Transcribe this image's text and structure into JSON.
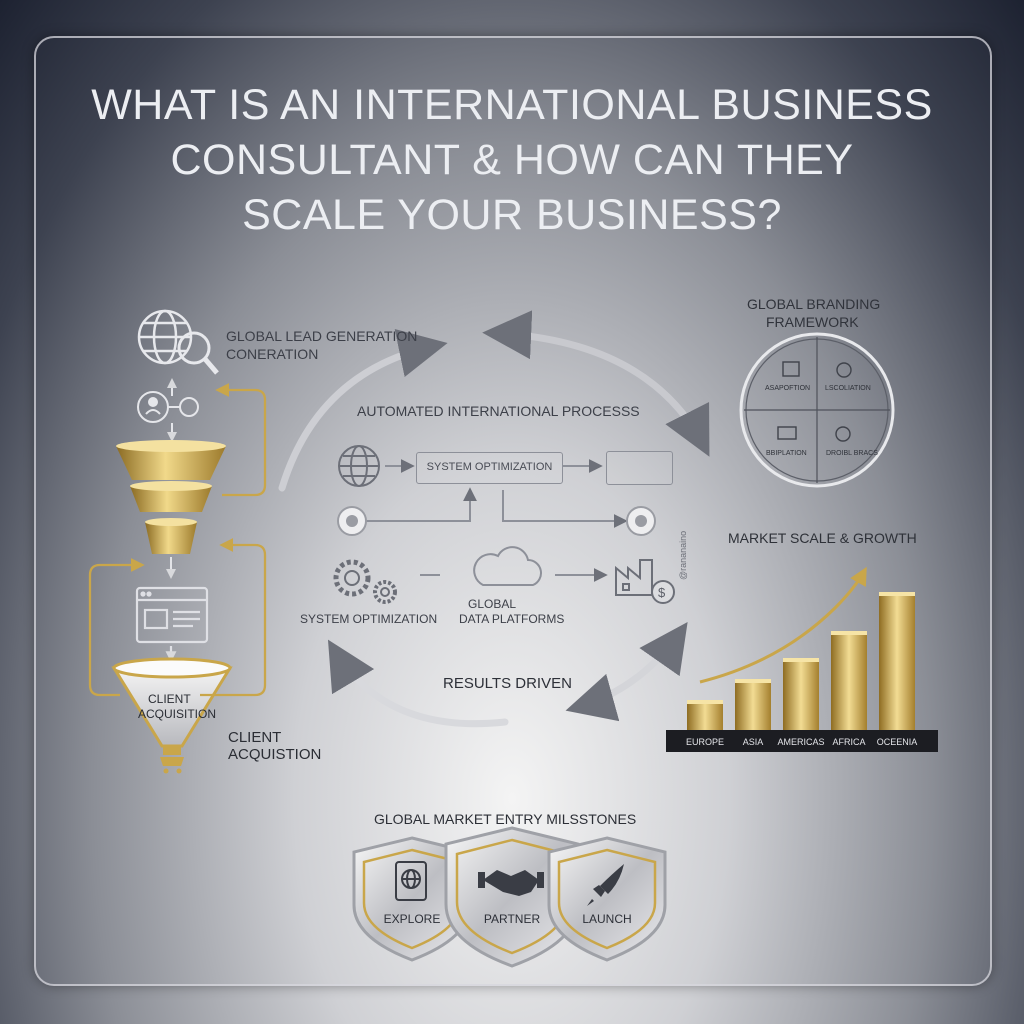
{
  "title_lines": [
    "WHAT IS AN INTERNATIONAL BUSINESS",
    "CONSULTANT & HOW CAN THEY",
    "SCALE YOUR BUSINESS?"
  ],
  "left": {
    "lead_gen_line1": "GLOBAL LEAD GENERATION",
    "lead_gen_line2": "CONERATION",
    "funnel_inner_line1": "CLIENT",
    "funnel_inner_line2": "ACQUISITION",
    "client_acq_line1": "CLIENT",
    "client_acq_line2": "ACQUISTION"
  },
  "center": {
    "heading": "AUTOMATED INTERNATIONAL PROCESSS",
    "system_box": "SYSTEM OPTIMIZATION",
    "system_opt": "SYSTEM OPTIMIZATION",
    "data_line1": "GLOBAL",
    "data_line2": "DATA PLATFORMS",
    "results": "RESULTS DRIVEN",
    "handle": "@rananaino"
  },
  "branding": {
    "title_line1": "GLOBAL BRANDING",
    "title_line2": "FRAMEWORK",
    "q1": "ASAPOFTION",
    "q2": "LSCOLIATION",
    "q3": "BBIPLATION",
    "q4": "DROIBL BRACS"
  },
  "chart_data": {
    "type": "bar",
    "title": "MARKET SCALE & GROWTH",
    "categories": [
      "EUROPE",
      "ASIA",
      "AMERICAS",
      "AFRICA",
      "OCEANIA"
    ],
    "category_labels": [
      "EUROPE",
      "ASIA",
      "AMERICAS",
      "AFRICA",
      "OCEЕNIA"
    ],
    "values": [
      1,
      1.7,
      2.4,
      3.3,
      4.6
    ],
    "ylim": [
      0,
      5
    ],
    "grid": false,
    "trend_arrow": true,
    "colors": {
      "bar": "#c9a64a",
      "base": "#1c1d22"
    }
  },
  "milestones": {
    "title": "GLOBAL MARKET ENTRY MILSSTONES",
    "items": [
      {
        "label": "EXPLORE",
        "icon": "passport-globe-icon"
      },
      {
        "label": "PARTNER",
        "icon": "handshake-icon"
      },
      {
        "label": "LAUNCH",
        "icon": "rocket-icon"
      }
    ]
  },
  "colors": {
    "gold": "#c9a64a",
    "silver": "#9a9ca3",
    "title": "#eceef2"
  }
}
